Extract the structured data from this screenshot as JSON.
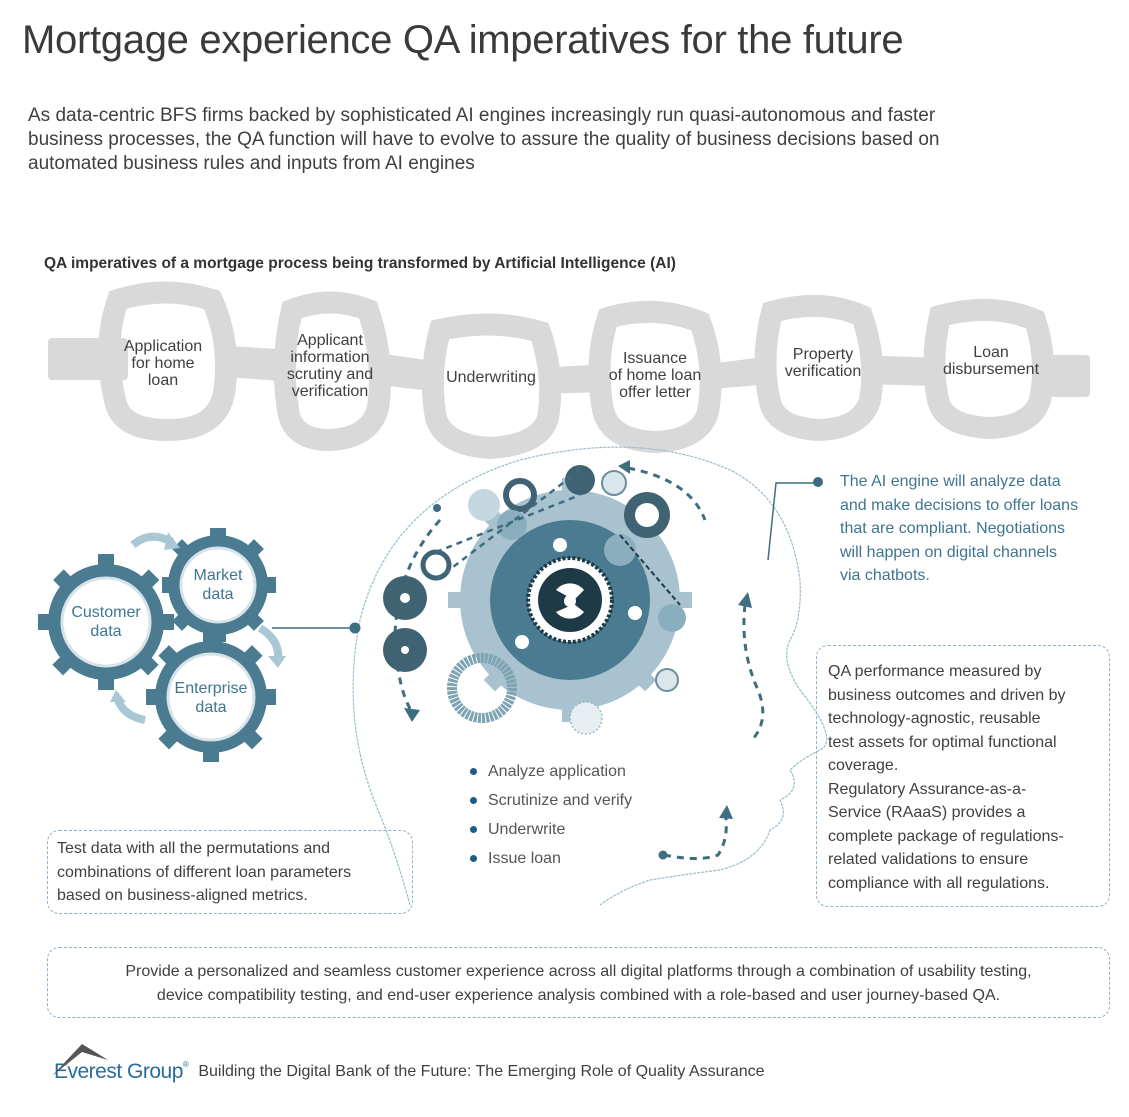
{
  "title": "Mortgage experience QA imperatives for the future",
  "intro": {
    "lines": [
      "As data-centric BFS firms backed by sophisticated AI engines increasingly run quasi-autonomous and faster",
      "business processes, the QA function will have to evolve to assure the quality of business decisions based on",
      "automated business rules and inputs from AI engines"
    ]
  },
  "diagram": {
    "subtitle": "QA imperatives of a mortgage process being transformed by Artificial Intelligence (AI)",
    "process_chain": [
      {
        "lines": [
          "Application",
          "for home",
          "loan"
        ]
      },
      {
        "lines": [
          "Applicant",
          "information",
          "scrutiny and",
          "verification"
        ]
      },
      {
        "lines": [
          "Underwriting"
        ]
      },
      {
        "lines": [
          "Issuance",
          "of home loan",
          "offer letter"
        ]
      },
      {
        "lines": [
          "Property",
          "verification"
        ]
      },
      {
        "lines": [
          "Loan",
          "disbursement"
        ]
      }
    ],
    "data_gears": [
      {
        "lines": [
          "Customer",
          "data"
        ]
      },
      {
        "lines": [
          "Market",
          "data"
        ]
      },
      {
        "lines": [
          "Enterprise",
          "data"
        ]
      }
    ],
    "ai_engine_note": {
      "lines": [
        "The AI engine will analyze data",
        "and make decisions to offer loans",
        "that are compliant. Negotiations",
        "will happen on digital channels",
        "via chatbots."
      ]
    },
    "ai_steps": [
      "Analyze application",
      "Scrutinize and verify",
      "Underwrite",
      "Issue loan"
    ],
    "qa_performance_box": {
      "lines": [
        "QA performance measured by",
        "business outcomes and driven by",
        "technology-agnostic, reusable",
        "test assets for optimal functional",
        "coverage.",
        "Regulatory Assurance-as-a-",
        "Service (RAaaS) provides a",
        "complete package of regulations-",
        "related validations to ensure",
        "compliance with all regulations."
      ]
    },
    "test_data_box": {
      "lines": [
        "Test data with all the permutations and",
        "combinations of different loan parameters",
        "based on business-aligned metrics."
      ]
    },
    "customer_experience_box": {
      "lines": [
        "Provide a personalized and seamless customer experience across all digital platforms through a combination of usability testing,",
        "device compatibility testing, and end-user experience analysis combined with a role-based and user journey-based QA."
      ]
    }
  },
  "footer": {
    "brand": "Everest Group",
    "registered": "®",
    "report_title": "Building the Digital Bank of the Future: The Emerging Role of Quality Assurance"
  },
  "colors": {
    "chain_gray": "#d9d9d9",
    "gear_teal": "#4a7b90",
    "accent_text": "#3f7590",
    "dashed_border": "#8fb2c8",
    "arrow_light": "#a9c7d4",
    "bullet": "#1d5c83"
  }
}
